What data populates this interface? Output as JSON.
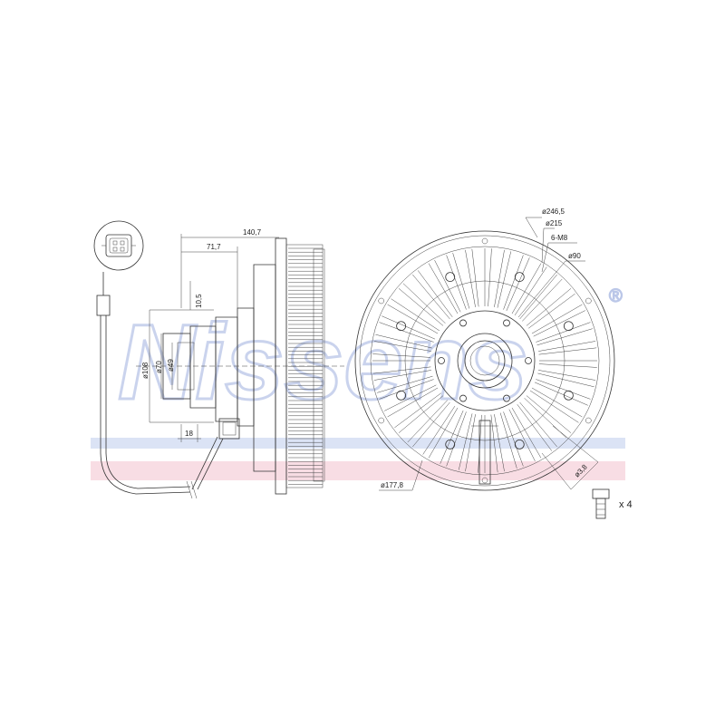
{
  "watermark": {
    "brand": "Nissens",
    "registered_mark": "®",
    "band_colors": {
      "blue": "#dbe3f5",
      "pink": "#f8dde4",
      "outline": "#9fb0df"
    }
  },
  "side_view": {
    "dimensions": {
      "overall_length": "140,7",
      "hub_length": "71,7",
      "offset": "10,5",
      "dia_108": "ø108",
      "dia_70": "ø70",
      "dia_49": "ø49",
      "depth_18": "18"
    }
  },
  "front_view": {
    "dimensions": {
      "outer_dia": "ø246,5",
      "bolt_circle": "ø215",
      "thread": "6-M8",
      "center_dia": "ø90",
      "pcd": "ø177,8",
      "cable_width": "ø3,8"
    }
  },
  "fastener": {
    "quantity": "x 4",
    "icon": "bolt-icon"
  },
  "connector": {
    "icon": "connector-plug-icon"
  }
}
